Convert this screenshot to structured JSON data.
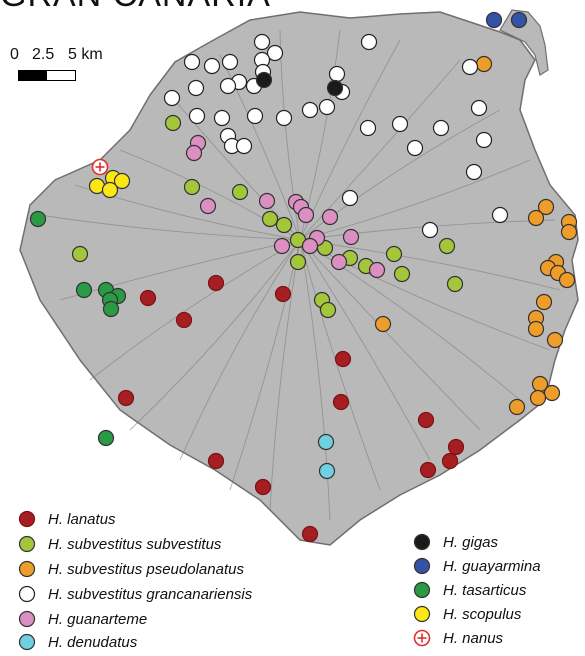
{
  "title": "GRAN CANARIA",
  "scale": {
    "labels": [
      "0",
      "2.5",
      "5 km"
    ]
  },
  "colors": {
    "land": "#b9b9b9",
    "coast": "#6f6f6f",
    "ridge": "#7c7c7c",
    "lanatus": "#a61e22",
    "subvestitus": "#a3c63a",
    "pseudolanatus": "#ee9d2b",
    "grancanariensis": "#ffffff",
    "guanarteme": "#dc8fc1",
    "denudatus": "#6fd1df",
    "gigas": "#1a1a1a",
    "guayarmina": "#3553a6",
    "tasarticus": "#2a9a44",
    "scopulus": "#fbe714",
    "nanus": "#e0302b"
  },
  "legend": [
    {
      "key": "lanatus",
      "label": "H. lanatus"
    },
    {
      "key": "subvestitus",
      "label": "H. subvestitus subvestitus"
    },
    {
      "key": "pseudolanatus",
      "label": "H. subvestitus pseudolanatus"
    },
    {
      "key": "grancanariensis",
      "label": "H. subvestitus grancanariensis"
    },
    {
      "key": "guanarteme",
      "label": "H. guanarteme"
    },
    {
      "key": "denudatus",
      "label": "H. denudatus"
    },
    {
      "key": "gigas",
      "label": "H. gigas"
    },
    {
      "key": "guayarmina",
      "label": "H. guayarmina"
    },
    {
      "key": "tasarticus",
      "label": "H. tasarticus"
    },
    {
      "key": "scopulus",
      "label": "H. scopulus"
    },
    {
      "key": "nanus",
      "label": "H. nanus"
    }
  ]
}
